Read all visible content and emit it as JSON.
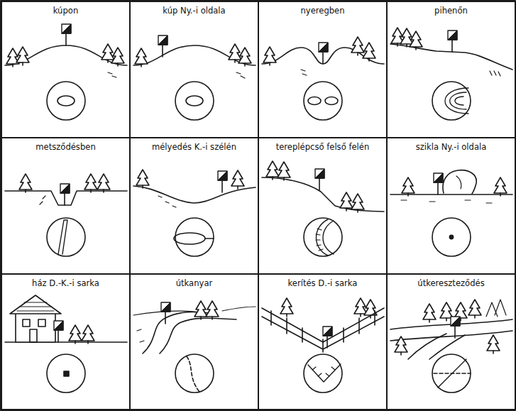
{
  "diagram": {
    "nodes": [
      {
        "text": [
          "kúpon"
        ]
      },
      {
        "text": [
          "kúp Ny.-i oldala"
        ]
      },
      {
        "text": [
          "nyeregben"
        ]
      },
      {
        "text": [
          "pihenőn"
        ]
      },
      {
        "text": [
          "metsződésben"
        ]
      },
      {
        "text": [
          "mélyedés K.-i szélén"
        ]
      },
      {
        "text": [
          "tereplépcső felső felén"
        ]
      },
      {
        "text": [
          "szikla Ny.-i oldala"
        ]
      },
      {
        "text": [
          "ház D.-K.-i sarka"
        ]
      },
      {
        "text": [
          "útkanyar"
        ]
      },
      {
        "text": [
          "kerítés D.-i sarka"
        ]
      },
      {
        "text": [
          "útkereszteződés"
        ]
      }
    ]
  }
}
